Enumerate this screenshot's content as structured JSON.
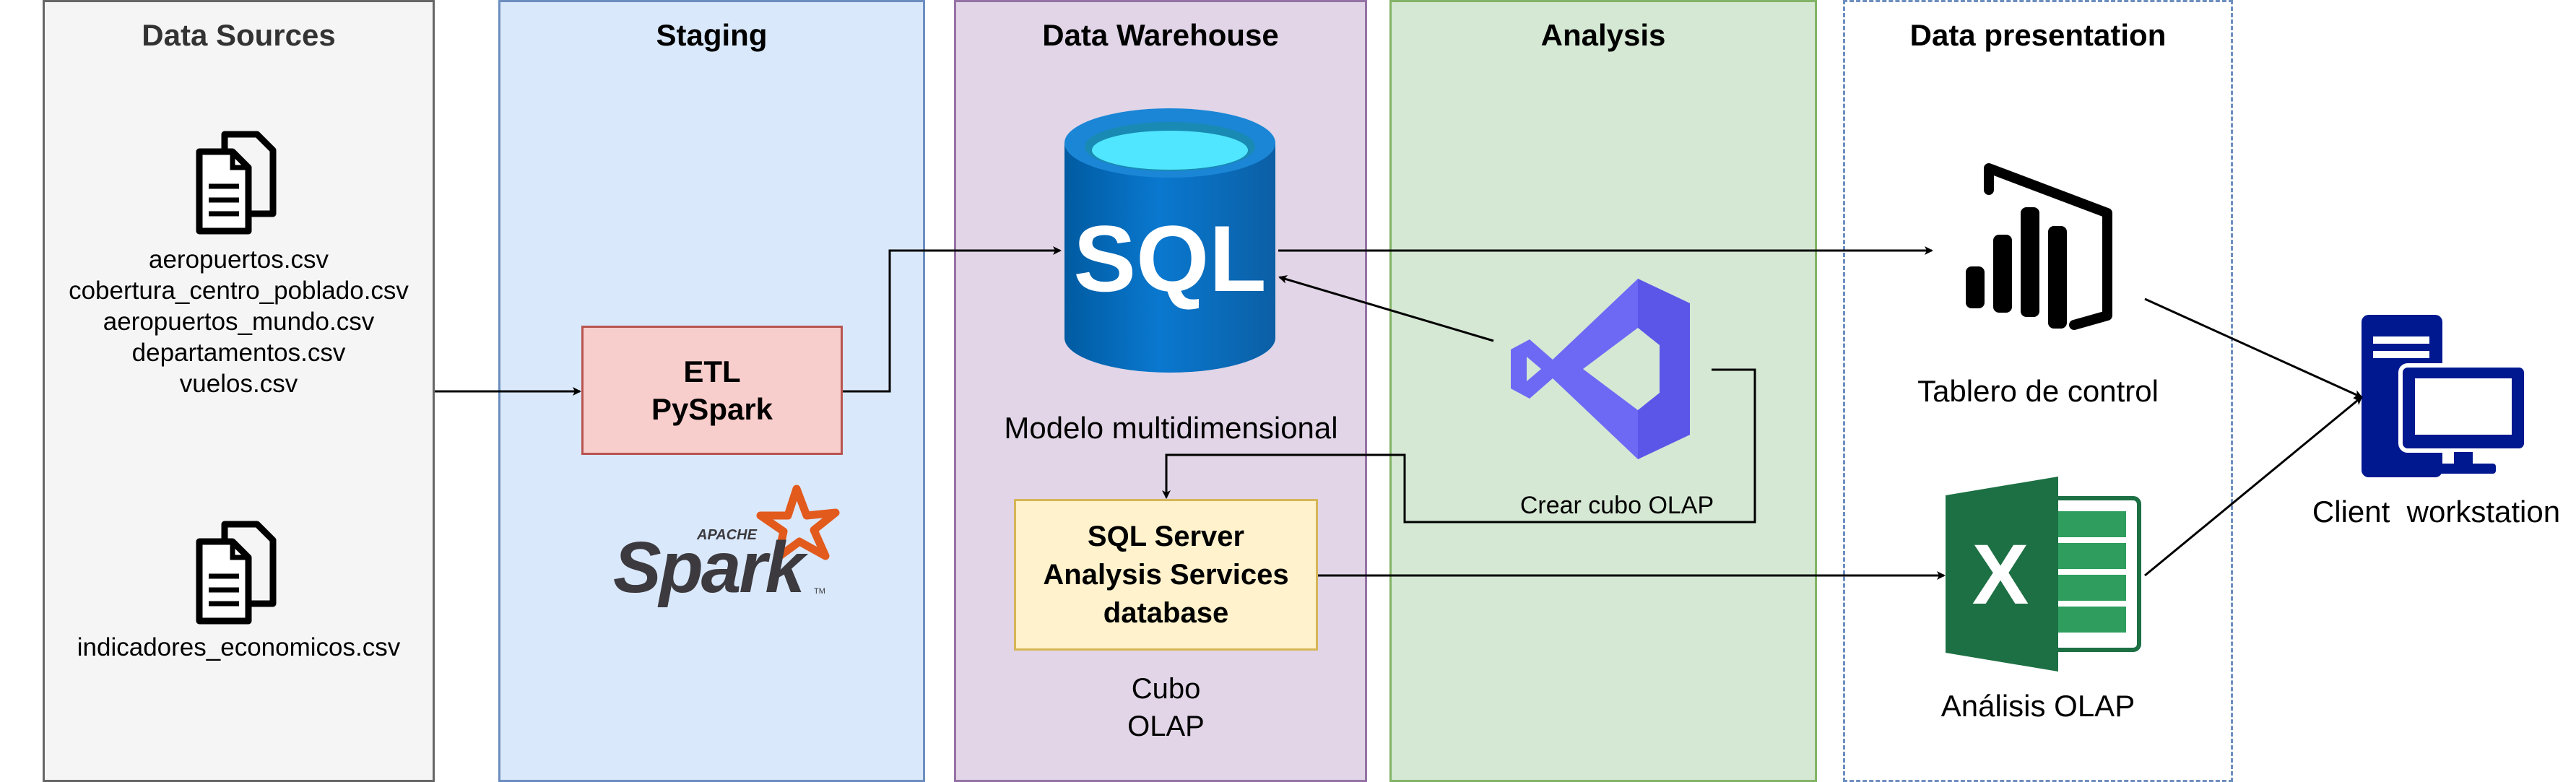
{
  "lanes": {
    "sources": "Data Sources",
    "staging": "Staging",
    "warehouse": "Data Warehouse",
    "analysis": "Analysis",
    "presentation": "Data presentation"
  },
  "sources": {
    "files_group1": [
      "aeropuertos.csv",
      "cobertura_centro_poblado.csv",
      "aeropuertos_mundo.csv",
      "departamentos.csv",
      "vuelos.csv"
    ],
    "file_group2": "indicadores_economicos.csv"
  },
  "staging": {
    "etl_line1": "ETL",
    "etl_line2": "PySpark",
    "spark_logo_small": "APACHE",
    "spark_logo_word": "Spark",
    "spark_logo_tm": "TM"
  },
  "warehouse": {
    "sql_icon_text": "SQL",
    "model_label": "Modelo multidimensional",
    "ssas_line1": "SQL Server",
    "ssas_line2": "Analysis Services",
    "ssas_line3": "database",
    "cube_line1": "Cubo",
    "cube_line2": "OLAP"
  },
  "analysis": {
    "edge_label": "Crear cubo OLAP",
    "icon": "visual-studio-icon"
  },
  "presentation": {
    "powerbi_label": "Tablero de control",
    "excel_label": "Análisis OLAP",
    "excel_icon_letter": "X"
  },
  "client": {
    "label": "Client  workstation"
  },
  "colors": {
    "sql_blue": "#0a6ebd",
    "sql_cyan": "#50e6ff",
    "spark_orange": "#e25a1c",
    "vs_purple": "#6e69f5",
    "excel_green": "#1d7044",
    "client_blue": "#00188f"
  }
}
